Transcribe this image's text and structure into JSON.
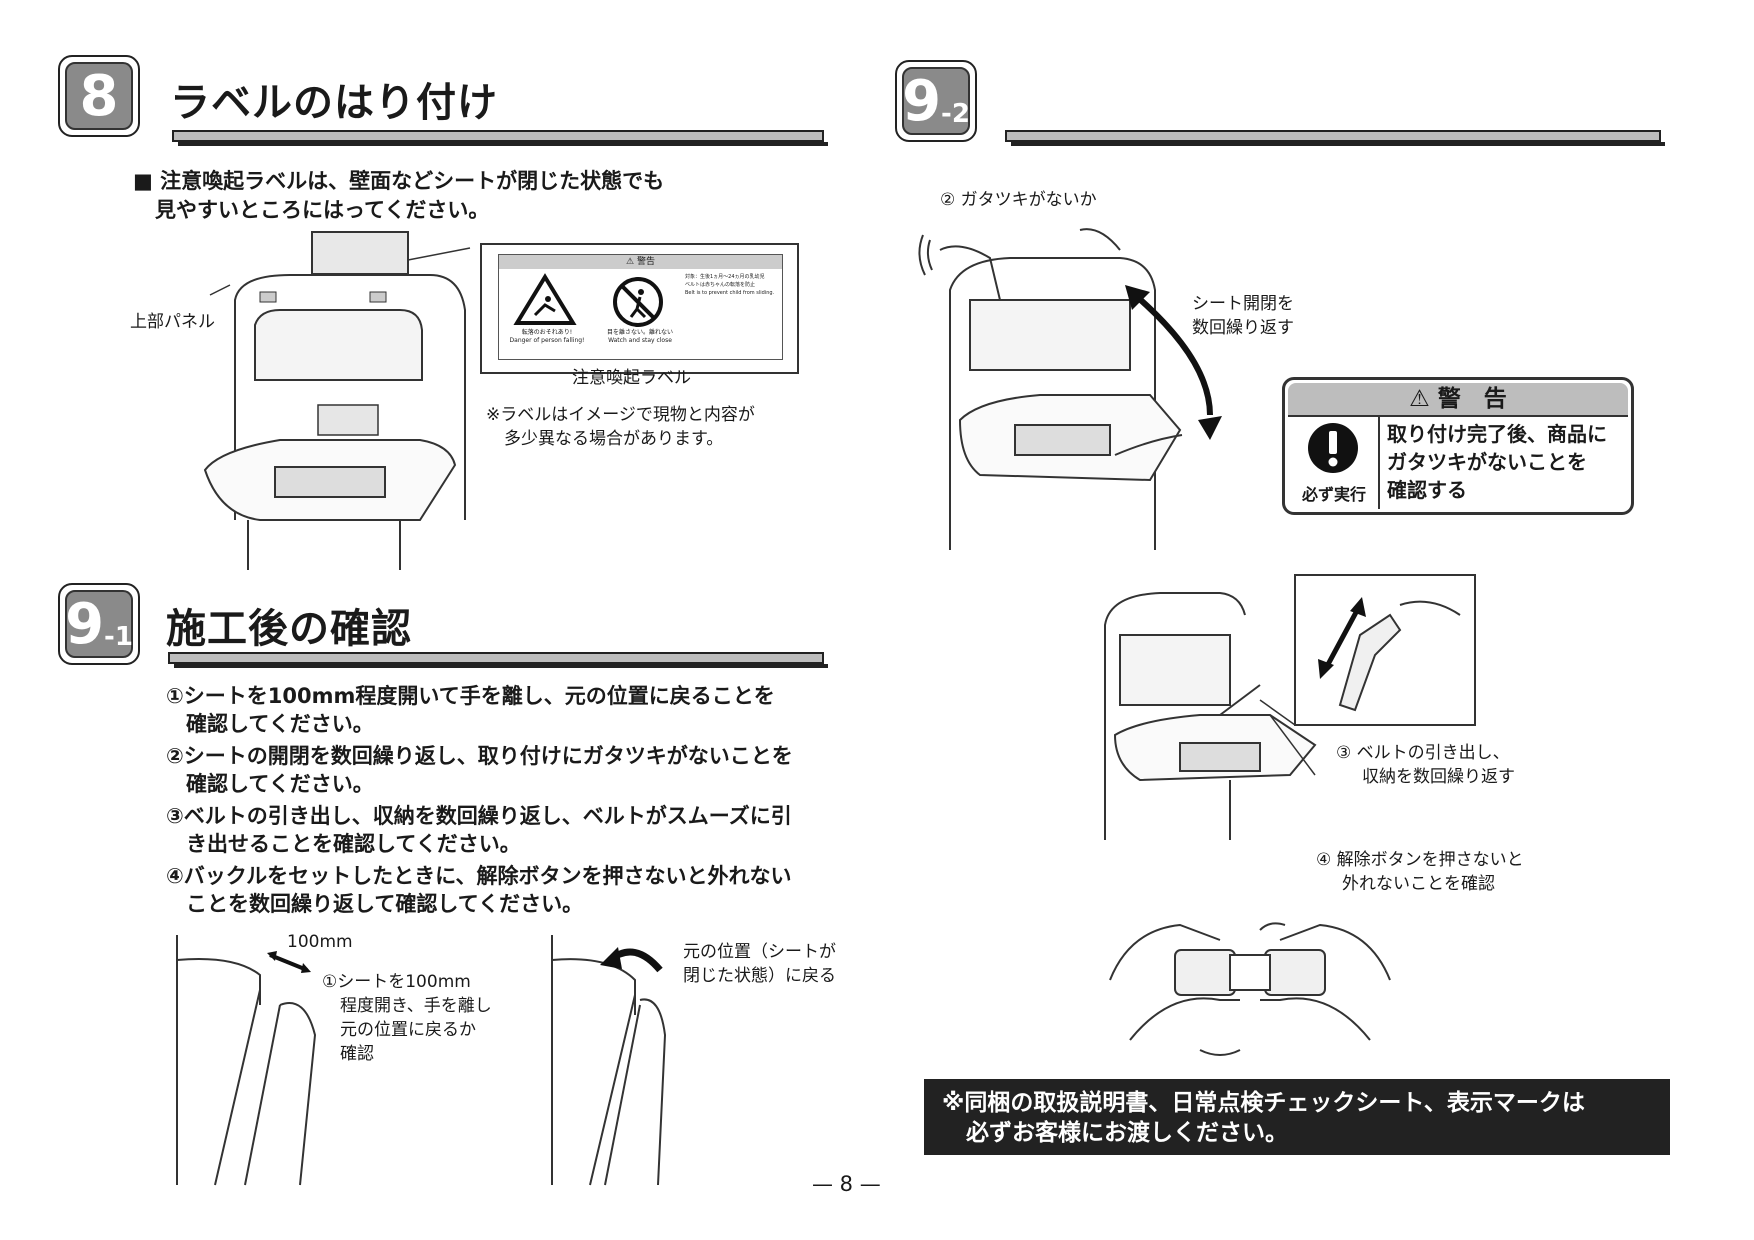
{
  "section8": {
    "number": "8",
    "title": "ラベルのはり付け",
    "bullet_mark": "■",
    "bullet_text_line1": "注意喚起ラベルは、壁面などシートが閉じた状態でも",
    "bullet_text_line2": "見やすいところにはってください。",
    "upper_panel_label": "上部パネル",
    "label_header": "⚠ 警告",
    "label_panel1_line1": "転落のおそれあり!",
    "label_panel1_line2": "Danger of person falling!",
    "label_panel2_line1": "目を離さない。離れない",
    "label_panel2_line2": "Watch and stay close",
    "label_panel3_line1": "対象：生後1ヵ月～24ヵ月の乳幼児",
    "label_panel3_line2": "ベルトは赤ちゃんの転落を防止",
    "label_panel3_line3": "Belt is to prevent child from sliding.",
    "label_caption": "注意喚起ラベル",
    "label_note_line1": "※ラベルはイメージで現物と内容が",
    "label_note_line2": "多少異なる場合があります。"
  },
  "section9_1": {
    "number": "9",
    "sub": "-1",
    "title": "施工後の確認",
    "items": [
      {
        "line1": "①シートを100mm程度開いて手を離し、元の位置に戻ることを",
        "line2": "確認してください。"
      },
      {
        "line1": "②シートの開閉を数回繰り返し、取り付けにガタツキがないことを",
        "line2": "確認してください。"
      },
      {
        "line1": "③ベルトの引き出し、収納を数回繰り返し、ベルトがスムーズに引",
        "line2": "き出せることを確認してください。"
      },
      {
        "line1": "④バックルをセットしたときに、解除ボタンを押さないと外れない",
        "line2": "ことを数回繰り返して確認してください。"
      }
    ],
    "dim_label": "100mm",
    "fig1_lines": [
      "①シートを100mm",
      "程度開き、手を離し",
      "元の位置に戻るか",
      "確認"
    ],
    "fig2_lines": [
      "元の位置（シートが",
      "閉じた状態）に戻る"
    ]
  },
  "section9_2": {
    "number": "9",
    "sub": "-2",
    "step2_label": "② ガタツキがないか",
    "step2_arrow_line1": "シート開閉を",
    "step2_arrow_line2": "数回繰り返す",
    "warning_title": "⚠ 警　告",
    "warning_icon_label": "必ず実行",
    "warning_line1": "取り付け完了後、商品に",
    "warning_line2": "ガタツキがないことを",
    "warning_line3": "確認する",
    "step3_line1": "③ ベルトの引き出し、",
    "step3_line2": "収納を数回繰り返す",
    "step4_line1": "④ 解除ボタンを押さないと",
    "step4_line2": "外れないことを確認",
    "bottom_note_line1": "※同梱の取扱説明書、日常点検チェックシート、表示マークは",
    "bottom_note_line2": "必ずお客様にお渡しください。"
  },
  "page_number": "— 8 —"
}
